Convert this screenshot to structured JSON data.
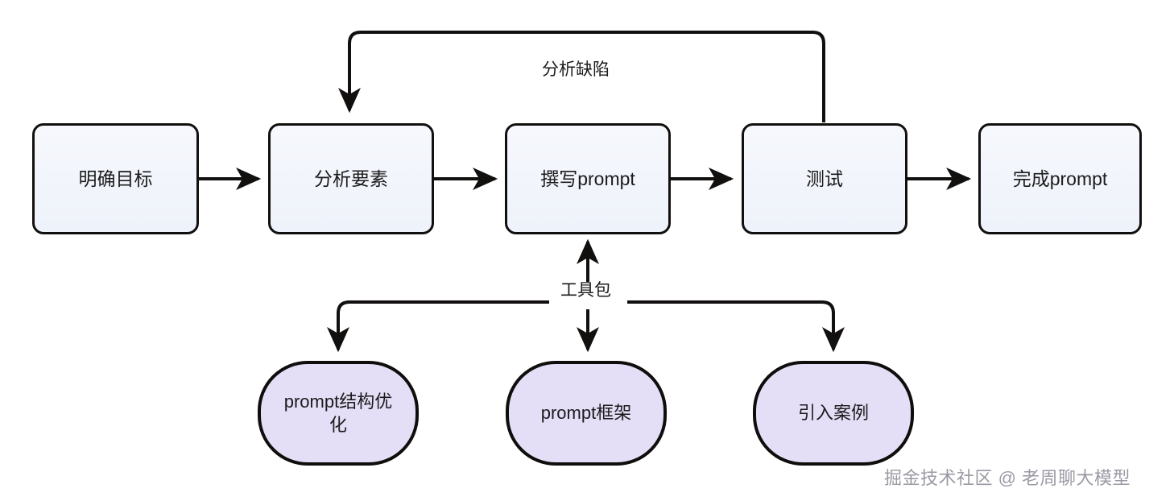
{
  "diagram": {
    "type": "flowchart",
    "orientation": "left-to-right",
    "background_color": "#ffffff",
    "process_fill": "#f2f5fc",
    "process_stroke": "#12100f",
    "tool_fill": "#e4def7",
    "tool_stroke": "#100e0d",
    "edge_color": "#12100f",
    "process_nodes": [
      {
        "id": "goal",
        "label": "明确目标"
      },
      {
        "id": "analyze",
        "label": "分析要素"
      },
      {
        "id": "write",
        "label": "撰写prompt"
      },
      {
        "id": "test",
        "label": "测试"
      },
      {
        "id": "finish",
        "label": "完成prompt"
      }
    ],
    "tool_nodes": [
      {
        "id": "structure",
        "label": "prompt结构优化"
      },
      {
        "id": "framework",
        "label": "prompt框架"
      },
      {
        "id": "cases",
        "label": "引入案例"
      }
    ],
    "edge_labels": {
      "feedback": "分析缺陷",
      "toolbox": "工具包"
    },
    "edges": [
      {
        "from": "goal",
        "to": "analyze",
        "label": ""
      },
      {
        "from": "analyze",
        "to": "write",
        "label": ""
      },
      {
        "from": "write",
        "to": "test",
        "label": ""
      },
      {
        "from": "test",
        "to": "finish",
        "label": ""
      },
      {
        "from": "test",
        "to": "analyze",
        "label": "分析缺陷"
      },
      {
        "from": "toolbox",
        "to": "write",
        "label": "工具包"
      },
      {
        "from": "toolbox",
        "to": "structure",
        "label": ""
      },
      {
        "from": "toolbox",
        "to": "framework",
        "label": ""
      },
      {
        "from": "toolbox",
        "to": "cases",
        "label": ""
      }
    ]
  },
  "watermark": {
    "text": "掘金技术社区 @ 老周聊大模型"
  }
}
